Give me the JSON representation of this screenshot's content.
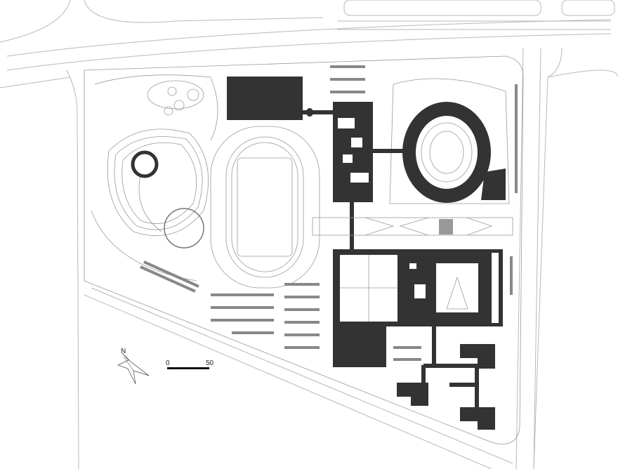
{
  "north_arrow": {
    "label": "N"
  },
  "scale_bar": {
    "start_label": "0",
    "end_label": "50"
  },
  "colors": {
    "building_fill": "#333333",
    "line": "#b8b8b8",
    "background": "#ffffff"
  }
}
